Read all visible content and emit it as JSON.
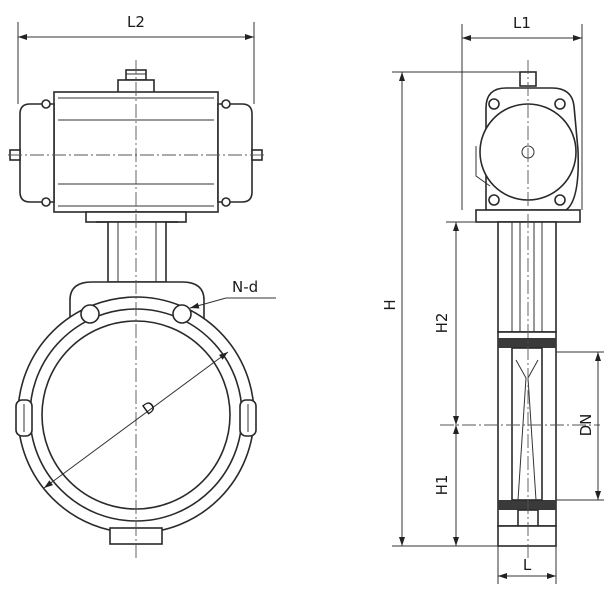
{
  "labels": {
    "L2": "L2",
    "L1": "L1",
    "N_d": "N-d",
    "D": "D",
    "H": "H",
    "H2": "H2",
    "DN": "DN",
    "H1": "H1",
    "L": "L"
  }
}
